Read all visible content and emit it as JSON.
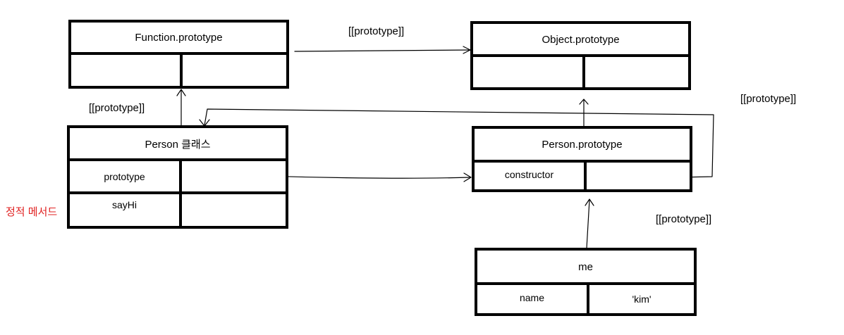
{
  "boxes": {
    "function_prototype": {
      "title": "Function.prototype",
      "cell_left": "",
      "cell_right": ""
    },
    "object_prototype": {
      "title": "Object.prototype",
      "cell_left": "",
      "cell_right": ""
    },
    "person_class": {
      "title": "Person 클래스",
      "row1_left": "prototype",
      "row1_right": "",
      "row2_left": "sayHi",
      "row2_right": ""
    },
    "person_prototype": {
      "title": "Person.prototype",
      "cell_left": "constructor",
      "cell_right": ""
    },
    "me": {
      "title": "me",
      "cell_left": "name",
      "cell_right": "'kim'"
    }
  },
  "labels": {
    "proto_top": "[[prototype]]",
    "proto_left": "[[prototype]]",
    "proto_right": "[[prototype]]",
    "proto_bottom": "[[prototype]]",
    "static_method": "정적 메서드"
  },
  "colors": {
    "ink": "#000000",
    "annotation": "#e02020"
  }
}
